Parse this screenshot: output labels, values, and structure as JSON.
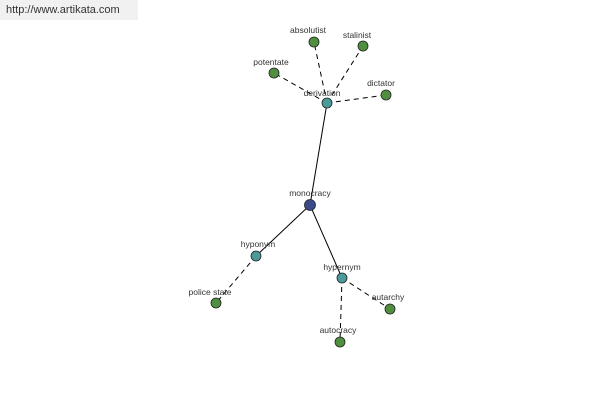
{
  "watermark": "http://www.artikata.com",
  "colors": {
    "center": "#3a4a8a",
    "relation": "#4a9a9a",
    "leaf": "#4f8f3f",
    "stroke": "#222222",
    "edge": "#000000"
  },
  "nodes": [
    {
      "id": "monocracy",
      "label": "monocracy",
      "kind": "center"
    },
    {
      "id": "derivation",
      "label": "derivation",
      "kind": "relation"
    },
    {
      "id": "hyponym",
      "label": "hyponym",
      "kind": "relation"
    },
    {
      "id": "hypernym",
      "label": "hypernym",
      "kind": "relation"
    },
    {
      "id": "absolutist",
      "label": "absolutist",
      "kind": "leaf"
    },
    {
      "id": "stalinist",
      "label": "stalinist",
      "kind": "leaf"
    },
    {
      "id": "potentate",
      "label": "potentate",
      "kind": "leaf"
    },
    {
      "id": "dictator",
      "label": "dictator",
      "kind": "leaf"
    },
    {
      "id": "police-state",
      "label": "police state",
      "kind": "leaf"
    },
    {
      "id": "autarchy",
      "label": "autarchy",
      "kind": "leaf"
    },
    {
      "id": "autocracy",
      "label": "autocracy",
      "kind": "leaf"
    }
  ],
  "edges": [
    {
      "from": "monocracy",
      "to": "derivation",
      "style": "solid"
    },
    {
      "from": "monocracy",
      "to": "hyponym",
      "style": "solid"
    },
    {
      "from": "monocracy",
      "to": "hypernym",
      "style": "solid"
    },
    {
      "from": "derivation",
      "to": "absolutist",
      "style": "dashed"
    },
    {
      "from": "derivation",
      "to": "stalinist",
      "style": "dashed"
    },
    {
      "from": "derivation",
      "to": "potentate",
      "style": "dashed"
    },
    {
      "from": "derivation",
      "to": "dictator",
      "style": "dashed"
    },
    {
      "from": "hyponym",
      "to": "police-state",
      "style": "dashed"
    },
    {
      "from": "hypernym",
      "to": "autarchy",
      "style": "dashed"
    },
    {
      "from": "hypernym",
      "to": "autocracy",
      "style": "dashed"
    }
  ]
}
